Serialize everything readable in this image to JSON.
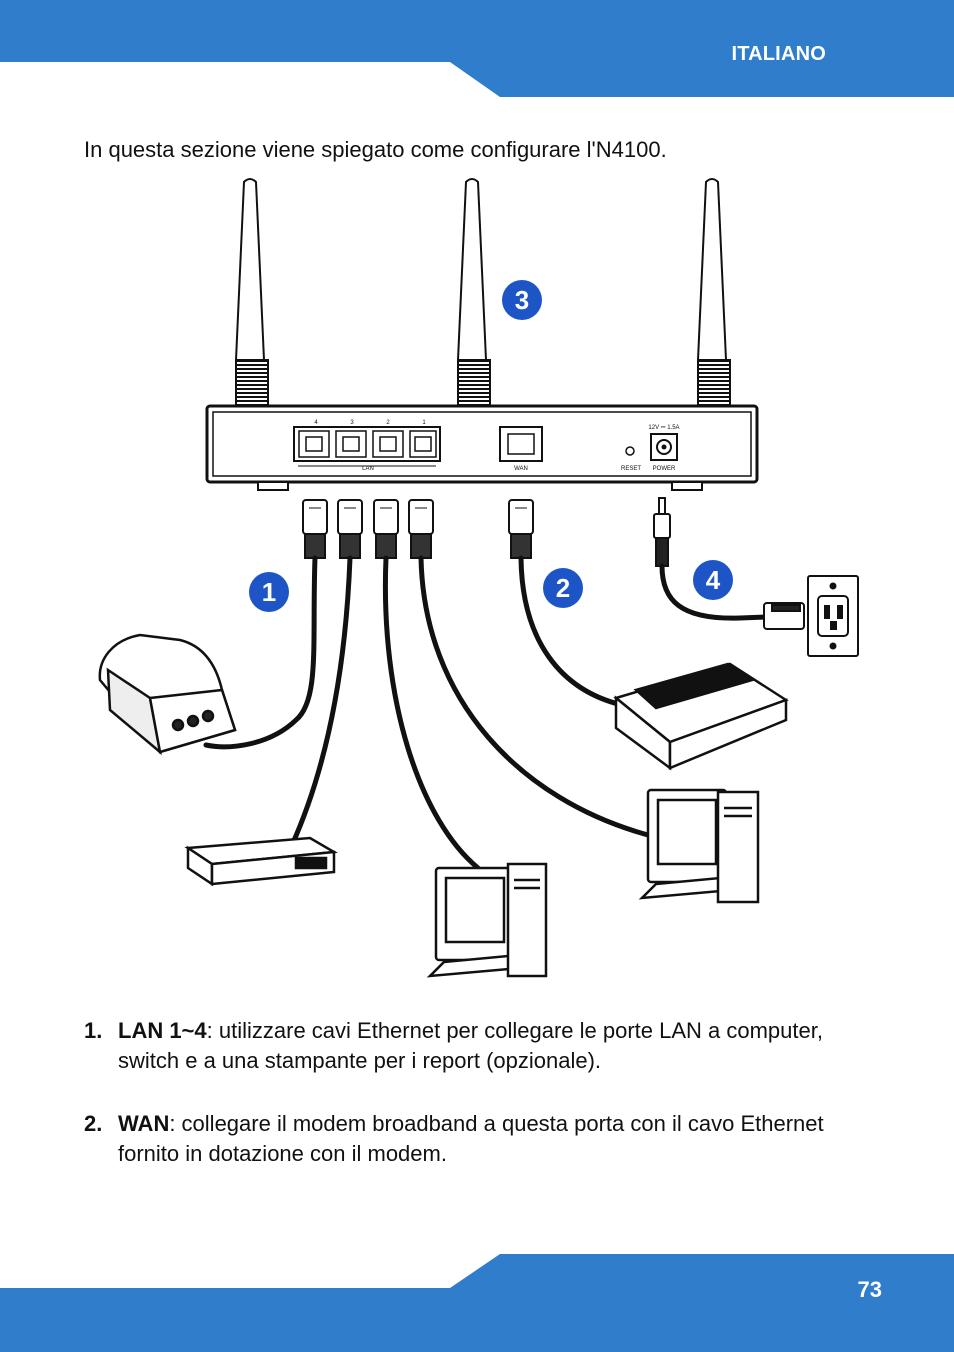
{
  "header": {
    "language": "ITALIANO"
  },
  "intro": "In questa sezione viene spiegato come configurare l'N4100.",
  "diagram": {
    "callouts": [
      "1",
      "2",
      "3",
      "4"
    ],
    "router_labels": {
      "lan_ports": [
        "4",
        "3",
        "2",
        "1"
      ],
      "lan": "LAN",
      "wan": "WAN",
      "reset": "RESET",
      "power": "POWER",
      "power_rating": "12V ⎓ 1.5A"
    },
    "colors": {
      "callout": "#1d55c6",
      "band": "#2f7dcb"
    }
  },
  "items": [
    {
      "number": "1.",
      "term": "LAN 1~4",
      "text": ": utilizzare cavi Ethernet per collegare le porte LAN a computer, switch e a una stampante per i report (opzionale)."
    },
    {
      "number": "2.",
      "term": "WAN",
      "text": ": collegare il modem broadband a questa porta con il cavo Ethernet fornito in dotazione con il modem."
    }
  ],
  "footer": {
    "page_number": "73"
  }
}
